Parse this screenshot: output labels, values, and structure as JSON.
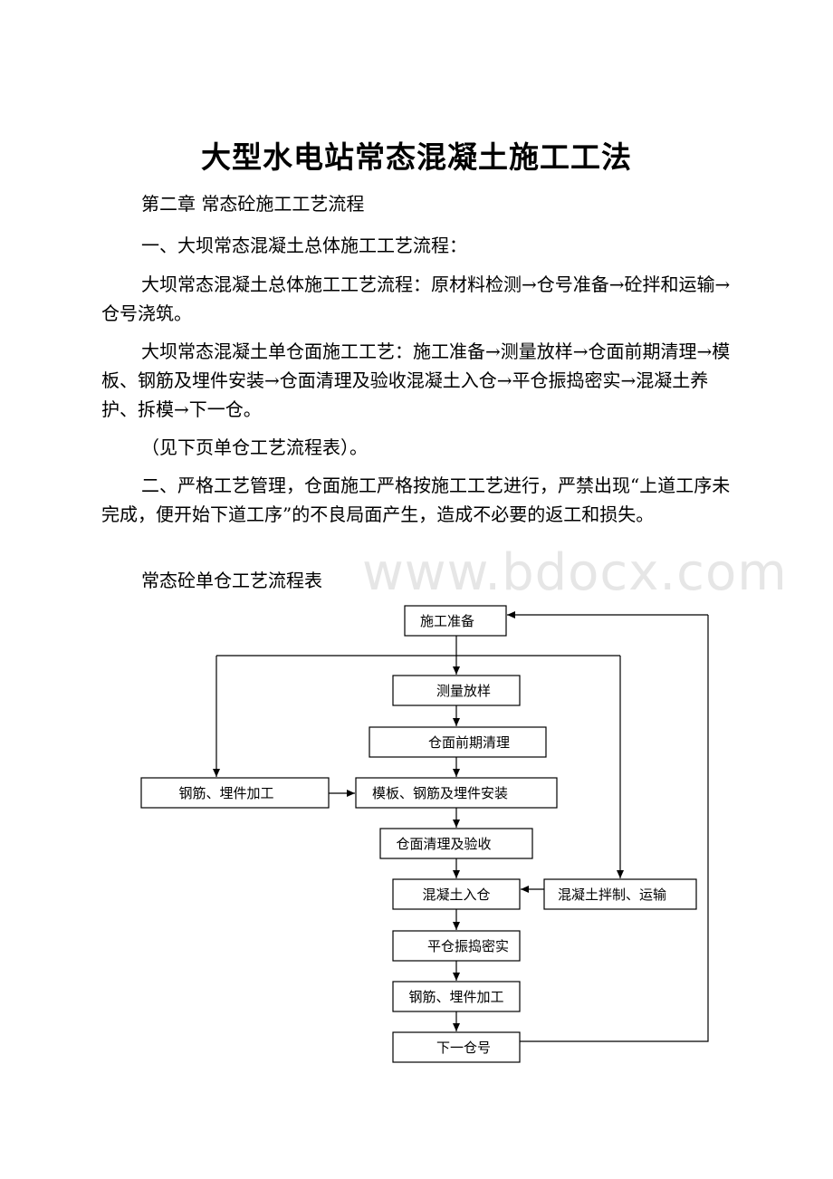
{
  "document": {
    "title": "大型水电站常态混凝土施工工法",
    "paragraphs": [
      "第二章 常态砼施工工艺流程",
      "一、大坝常态混凝土总体施工工艺流程：",
      "大坝常态混凝土总体施工工艺流程：原材料检测→仓号准备→砼拌和运输→仓号浇筑。",
      "大坝常态混凝土单仓面施工工艺：施工准备→测量放样→仓面前期清理→模板、钢筋及埋件安装→仓面清理及验收混凝土入仓→平仓振捣密实→混凝土养护、拆模→下一仓。",
      "（见下页单仓工艺流程表）。",
      " 二、严格工艺管理，仓面施工严格按施工工艺进行，严禁出现“上道工序未完成，便开始下道工序”的不良局面产生，造成不必要的返工和损失。",
      "常态砼单仓工艺流程表"
    ],
    "watermark": "www.bdocx.com"
  },
  "flowchart": {
    "nodes": {
      "n1": "施工准备",
      "n2": "测量放样",
      "n3": "仓面前期清理",
      "n4": "模板、钢筋及埋件安装",
      "n5": "仓面清理及验收",
      "n6": "混凝土入仓",
      "n7": "平仓振捣密实",
      "n8": "钢筋、埋件加工",
      "n9": "下一仓号",
      "side_left": "钢筋、埋件加工",
      "side_right": "混凝土拌制、运输"
    }
  }
}
